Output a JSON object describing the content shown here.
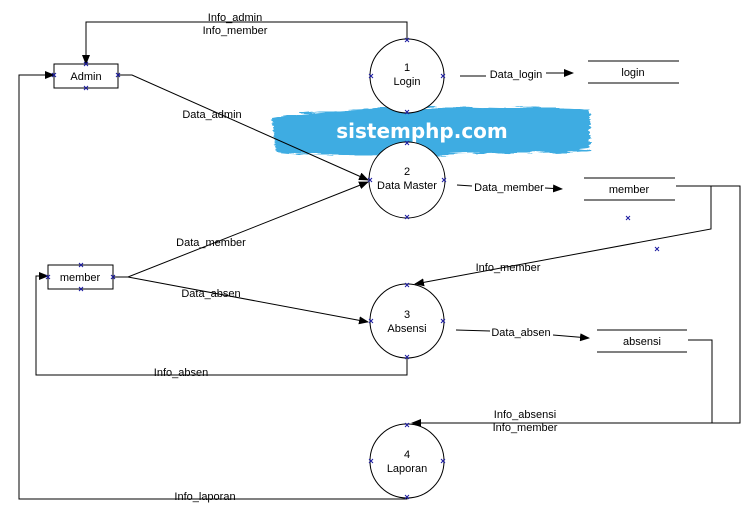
{
  "entities": {
    "admin": "Admin",
    "member": "member"
  },
  "processes": [
    {
      "num": "1",
      "name": "Login"
    },
    {
      "num": "2",
      "name": "Data Master"
    },
    {
      "num": "3",
      "name": "Absensi"
    },
    {
      "num": "4",
      "name": "Laporan"
    }
  ],
  "stores": {
    "login": "login",
    "member": "member",
    "absensi": "absensi"
  },
  "flows": {
    "info_admin": "Info_admin",
    "info_member_top": "Info_member",
    "data_login": "Data_login",
    "data_admin": "Data_admin",
    "data_member_store": "Data_member",
    "data_member_in": "Data_member",
    "info_member_mid": "Info_member",
    "data_absen_in": "Data_absen",
    "data_absen_store": "Data_absen",
    "info_absen": "Info_absen",
    "info_absensi": "Info_absensi",
    "info_member_bottom": "Info_member",
    "info_laporan": "Info_laporan"
  },
  "watermark": "sistemphp.com",
  "colors": {
    "watermark_brush": "#2ea6e0",
    "marker": "#1a1aa0"
  }
}
